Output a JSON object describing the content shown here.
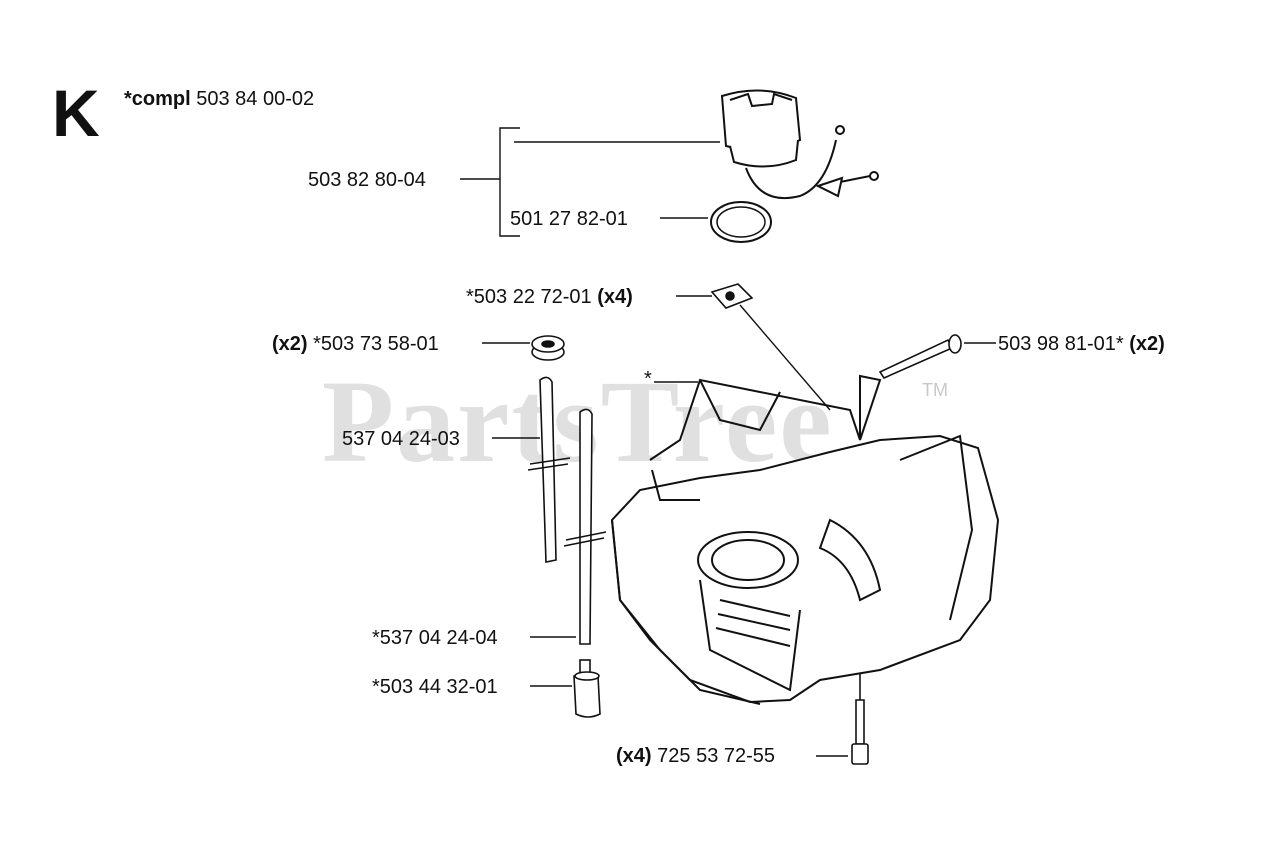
{
  "section": {
    "letter": "K"
  },
  "header": {
    "compl_prefix": "*compl",
    "compl_number": "503 84 00-02"
  },
  "parts": {
    "fuel_cap": "503 82 80-04",
    "o_ring": "501 27 82-01",
    "clip": {
      "number": "*503 22 72-01",
      "qty": "(x4)"
    },
    "grommet": {
      "qty": "(x2)",
      "number": "*503 73 58-01"
    },
    "screw_top": {
      "number": "503 98 81-01*",
      "qty": "(x2)"
    },
    "hose_a": "537 04 24-03",
    "hose_b": "*537 04 24-04",
    "filter": "*503 44 32-01",
    "screw_bottom": {
      "qty": "(x4)",
      "number": "725 53 72-55"
    },
    "asterisk_note": "*"
  },
  "watermark": {
    "text": "PartsTree",
    "tm": "TM"
  }
}
